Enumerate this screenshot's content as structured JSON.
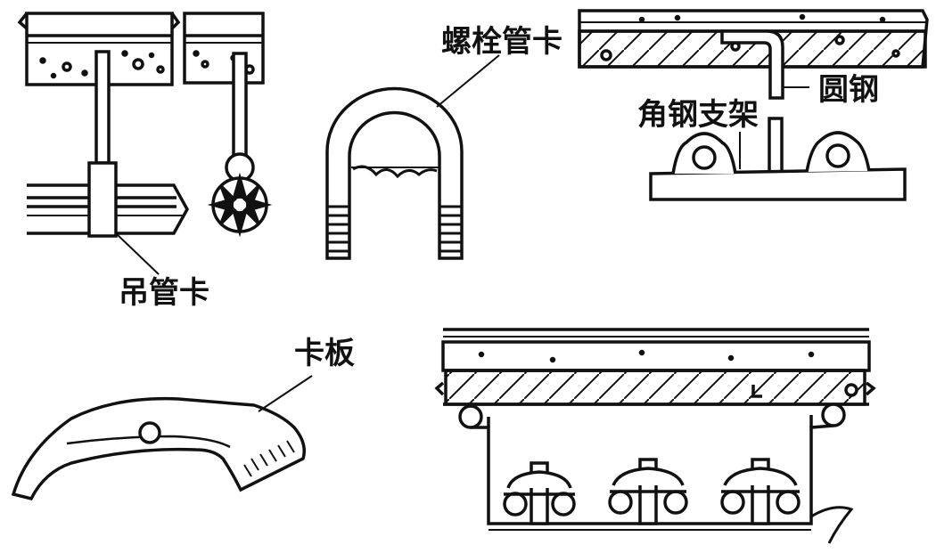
{
  "labels": {
    "hanger_clamp": "吊管卡",
    "bolt_clamp": "螺栓管卡",
    "round_steel": "圆钢",
    "angle_bracket": "角钢支架",
    "clip_plate": "卡板"
  },
  "colors": {
    "ink": "#111111",
    "paper": "#ffffff"
  }
}
